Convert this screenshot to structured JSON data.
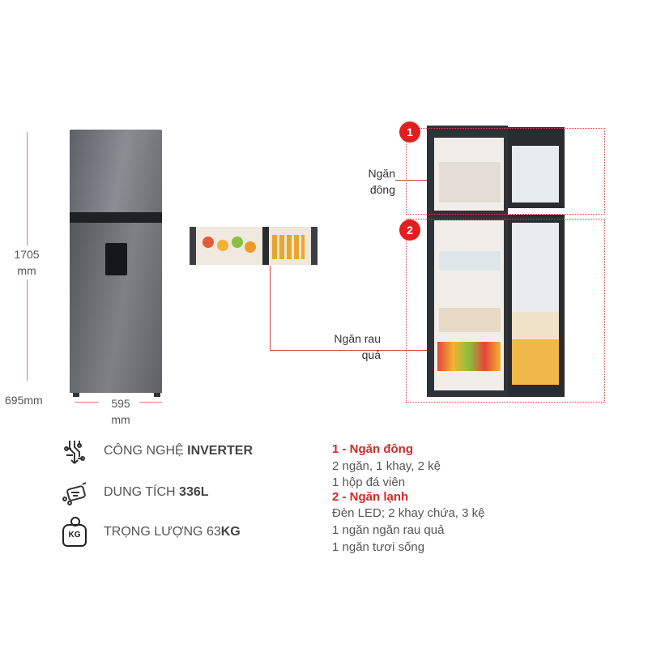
{
  "dimensions": {
    "height_value": "1705",
    "height_unit": "mm",
    "depth": "695mm",
    "width_value": "595",
    "width_unit": "mm"
  },
  "compartments": [
    {
      "number": "1",
      "label": "Ngăn đông"
    },
    {
      "number": "2",
      "label": "Ngăn rau quả"
    }
  ],
  "specs": [
    {
      "icon": "inverter-chip-icon",
      "label": "CÔNG NGHỆ ",
      "value": "INVERTER"
    },
    {
      "icon": "capacity-icon",
      "label": "DUNG TÍCH ",
      "value": "336L"
    },
    {
      "icon": "weight-kg-icon",
      "label": "TRỌNG LƯỢNG 63",
      "value": "KG",
      "icon_text": "KG"
    }
  ],
  "details": {
    "freezer_title": "1 - Ngăn đông",
    "freezer_lines": [
      "2 ngăn, 1 khay, 2 kệ",
      "1 hộp đá viên"
    ],
    "fridge_title": "2 - Ngăn lạnh",
    "fridge_lines": [
      "Đèn LED; 2 khay chứa, 3 kệ",
      "1 ngăn ngăn rau quả",
      "1 ngăn tươi sống"
    ]
  },
  "colors": {
    "accent": "#d62828",
    "dim_line": "#e07a7a"
  }
}
